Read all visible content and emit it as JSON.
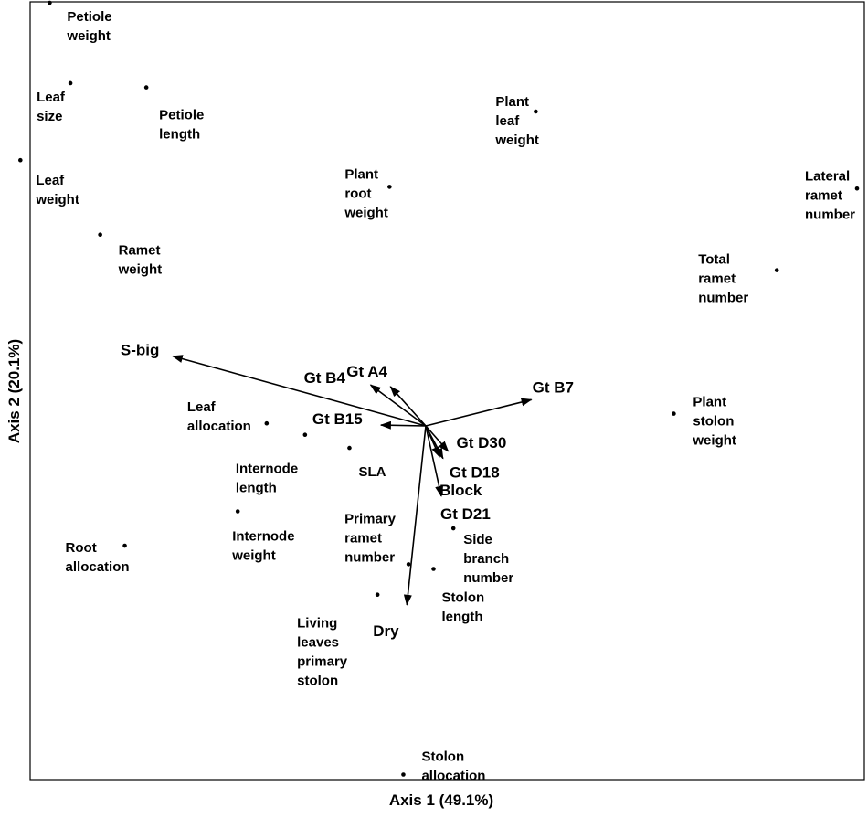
{
  "chart_data": {
    "type": "scatter",
    "xlabel": "Axis 1 (49.1%)",
    "ylabel": "Axis 2 (20.1%)",
    "colors": {
      "ink": "#000000",
      "background": "#ffffff"
    },
    "grid": false,
    "origin": {
      "x": 0.0,
      "y": 0.0
    },
    "xlim": [
      -1.0,
      1.0
    ],
    "ylim": [
      -0.84,
      1.0
    ],
    "points": [
      {
        "label": [
          "Petiole",
          "weight"
        ],
        "x": -0.872,
        "y": 1.0
      },
      {
        "label": [
          "Leaf",
          "size"
        ],
        "x": -0.824,
        "y": 0.81
      },
      {
        "label": [
          "Petiole",
          "length"
        ],
        "x": -0.648,
        "y": 0.8
      },
      {
        "label": [
          "Plant",
          "leaf",
          "weight"
        ],
        "x": 0.255,
        "y": 0.743
      },
      {
        "label": [
          "Leaf",
          "weight"
        ],
        "x": -0.94,
        "y": 0.628
      },
      {
        "label": [
          "Plant",
          "root",
          "weight"
        ],
        "x": -0.084,
        "y": 0.565
      },
      {
        "label": [
          "Lateral",
          "ramet",
          "number"
        ],
        "x": 1.0,
        "y": 0.561
      },
      {
        "label": [
          "Ramet",
          "weight"
        ],
        "x": -0.755,
        "y": 0.452
      },
      {
        "label": [
          "Total",
          "ramet",
          "number"
        ],
        "x": 0.814,
        "y": 0.368
      },
      {
        "label": [
          "Plant",
          "stolon",
          "weight"
        ],
        "x": 0.575,
        "y": 0.029
      },
      {
        "label": [
          "Leaf",
          "allocation"
        ],
        "x": -0.369,
        "y": 0.006
      },
      {
        "label": [
          "Internode",
          "length"
        ],
        "x": -0.28,
        "y": -0.021
      },
      {
        "label": [
          "SLA"
        ],
        "x": -0.177,
        "y": -0.052
      },
      {
        "label": [
          "Internode",
          "weight"
        ],
        "x": -0.436,
        "y": -0.202
      },
      {
        "label": [
          "Side",
          "branch",
          "number"
        ],
        "x": 0.064,
        "y": -0.242
      },
      {
        "label": [
          "Root",
          "allocation"
        ],
        "x": -0.698,
        "y": -0.283
      },
      {
        "label": [
          "Primary",
          "ramet",
          "number"
        ],
        "x": -0.04,
        "y": -0.327
      },
      {
        "label": [
          "Living",
          "leaves",
          "primary",
          "stolon"
        ],
        "x": -0.112,
        "y": -0.399
      },
      {
        "label": [
          "Stolon",
          "length"
        ],
        "x": 0.018,
        "y": -0.338
      },
      {
        "label": [
          "Stolon",
          "allocation"
        ],
        "x": -0.052,
        "y": -0.824
      }
    ],
    "vectors": [
      {
        "label": "S-big",
        "x": -0.587,
        "y": 0.165
      },
      {
        "label": "Gt B4",
        "x": -0.128,
        "y": 0.097
      },
      {
        "label": "Gt A4",
        "x": -0.082,
        "y": 0.093
      },
      {
        "label": "Gt B7",
        "x": 0.245,
        "y": 0.062
      },
      {
        "label": "Gt B15",
        "x": -0.104,
        "y": 0.002
      },
      {
        "label": "Gt D30",
        "x": 0.052,
        "y": -0.06
      },
      {
        "label": "Gt D18",
        "x": 0.04,
        "y": -0.077
      },
      {
        "label": "Block",
        "x": 0.032,
        "y": -0.073
      },
      {
        "label": "Gt D21",
        "x": 0.036,
        "y": -0.166
      },
      {
        "label": "Dry",
        "x": -0.044,
        "y": -0.423
      }
    ]
  }
}
